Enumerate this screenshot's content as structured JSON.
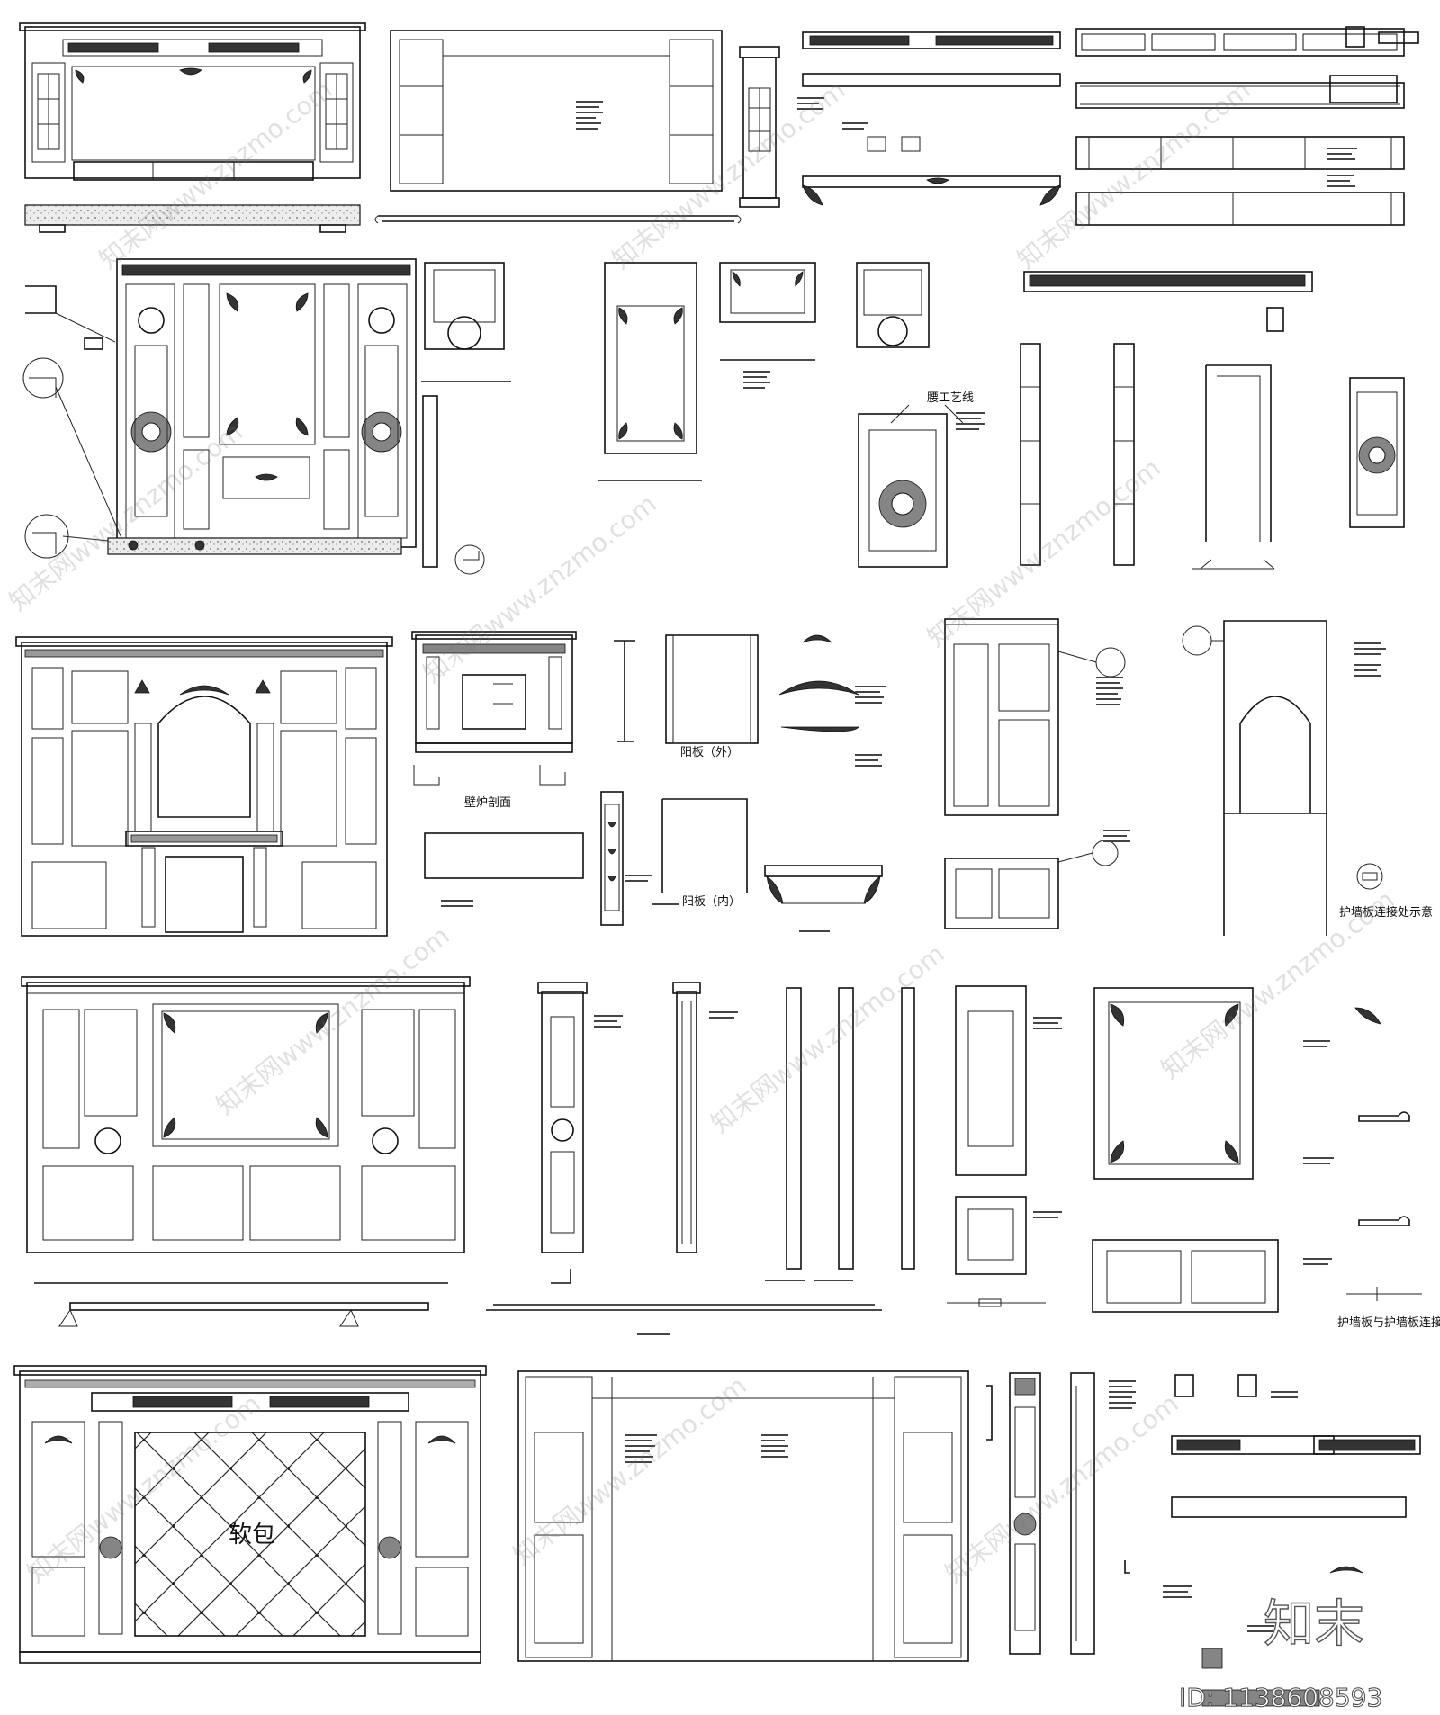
{
  "labels": {
    "fireplace_section": "壁炉剖面",
    "panel_outer": "阳板（外）",
    "panel_inner": "阳板（内）",
    "handcraft_frame": "腰工艺线",
    "wainscot_joint_detail": "护墙板连接处示意",
    "wainscot_to_wainscot_joint": "护墙板与护墙板连接处",
    "soft_pack": "软包"
  },
  "watermark": {
    "site_text": "知末网www.znzmo.com",
    "brand": "知末",
    "id_label": "ID: 1138608593"
  }
}
